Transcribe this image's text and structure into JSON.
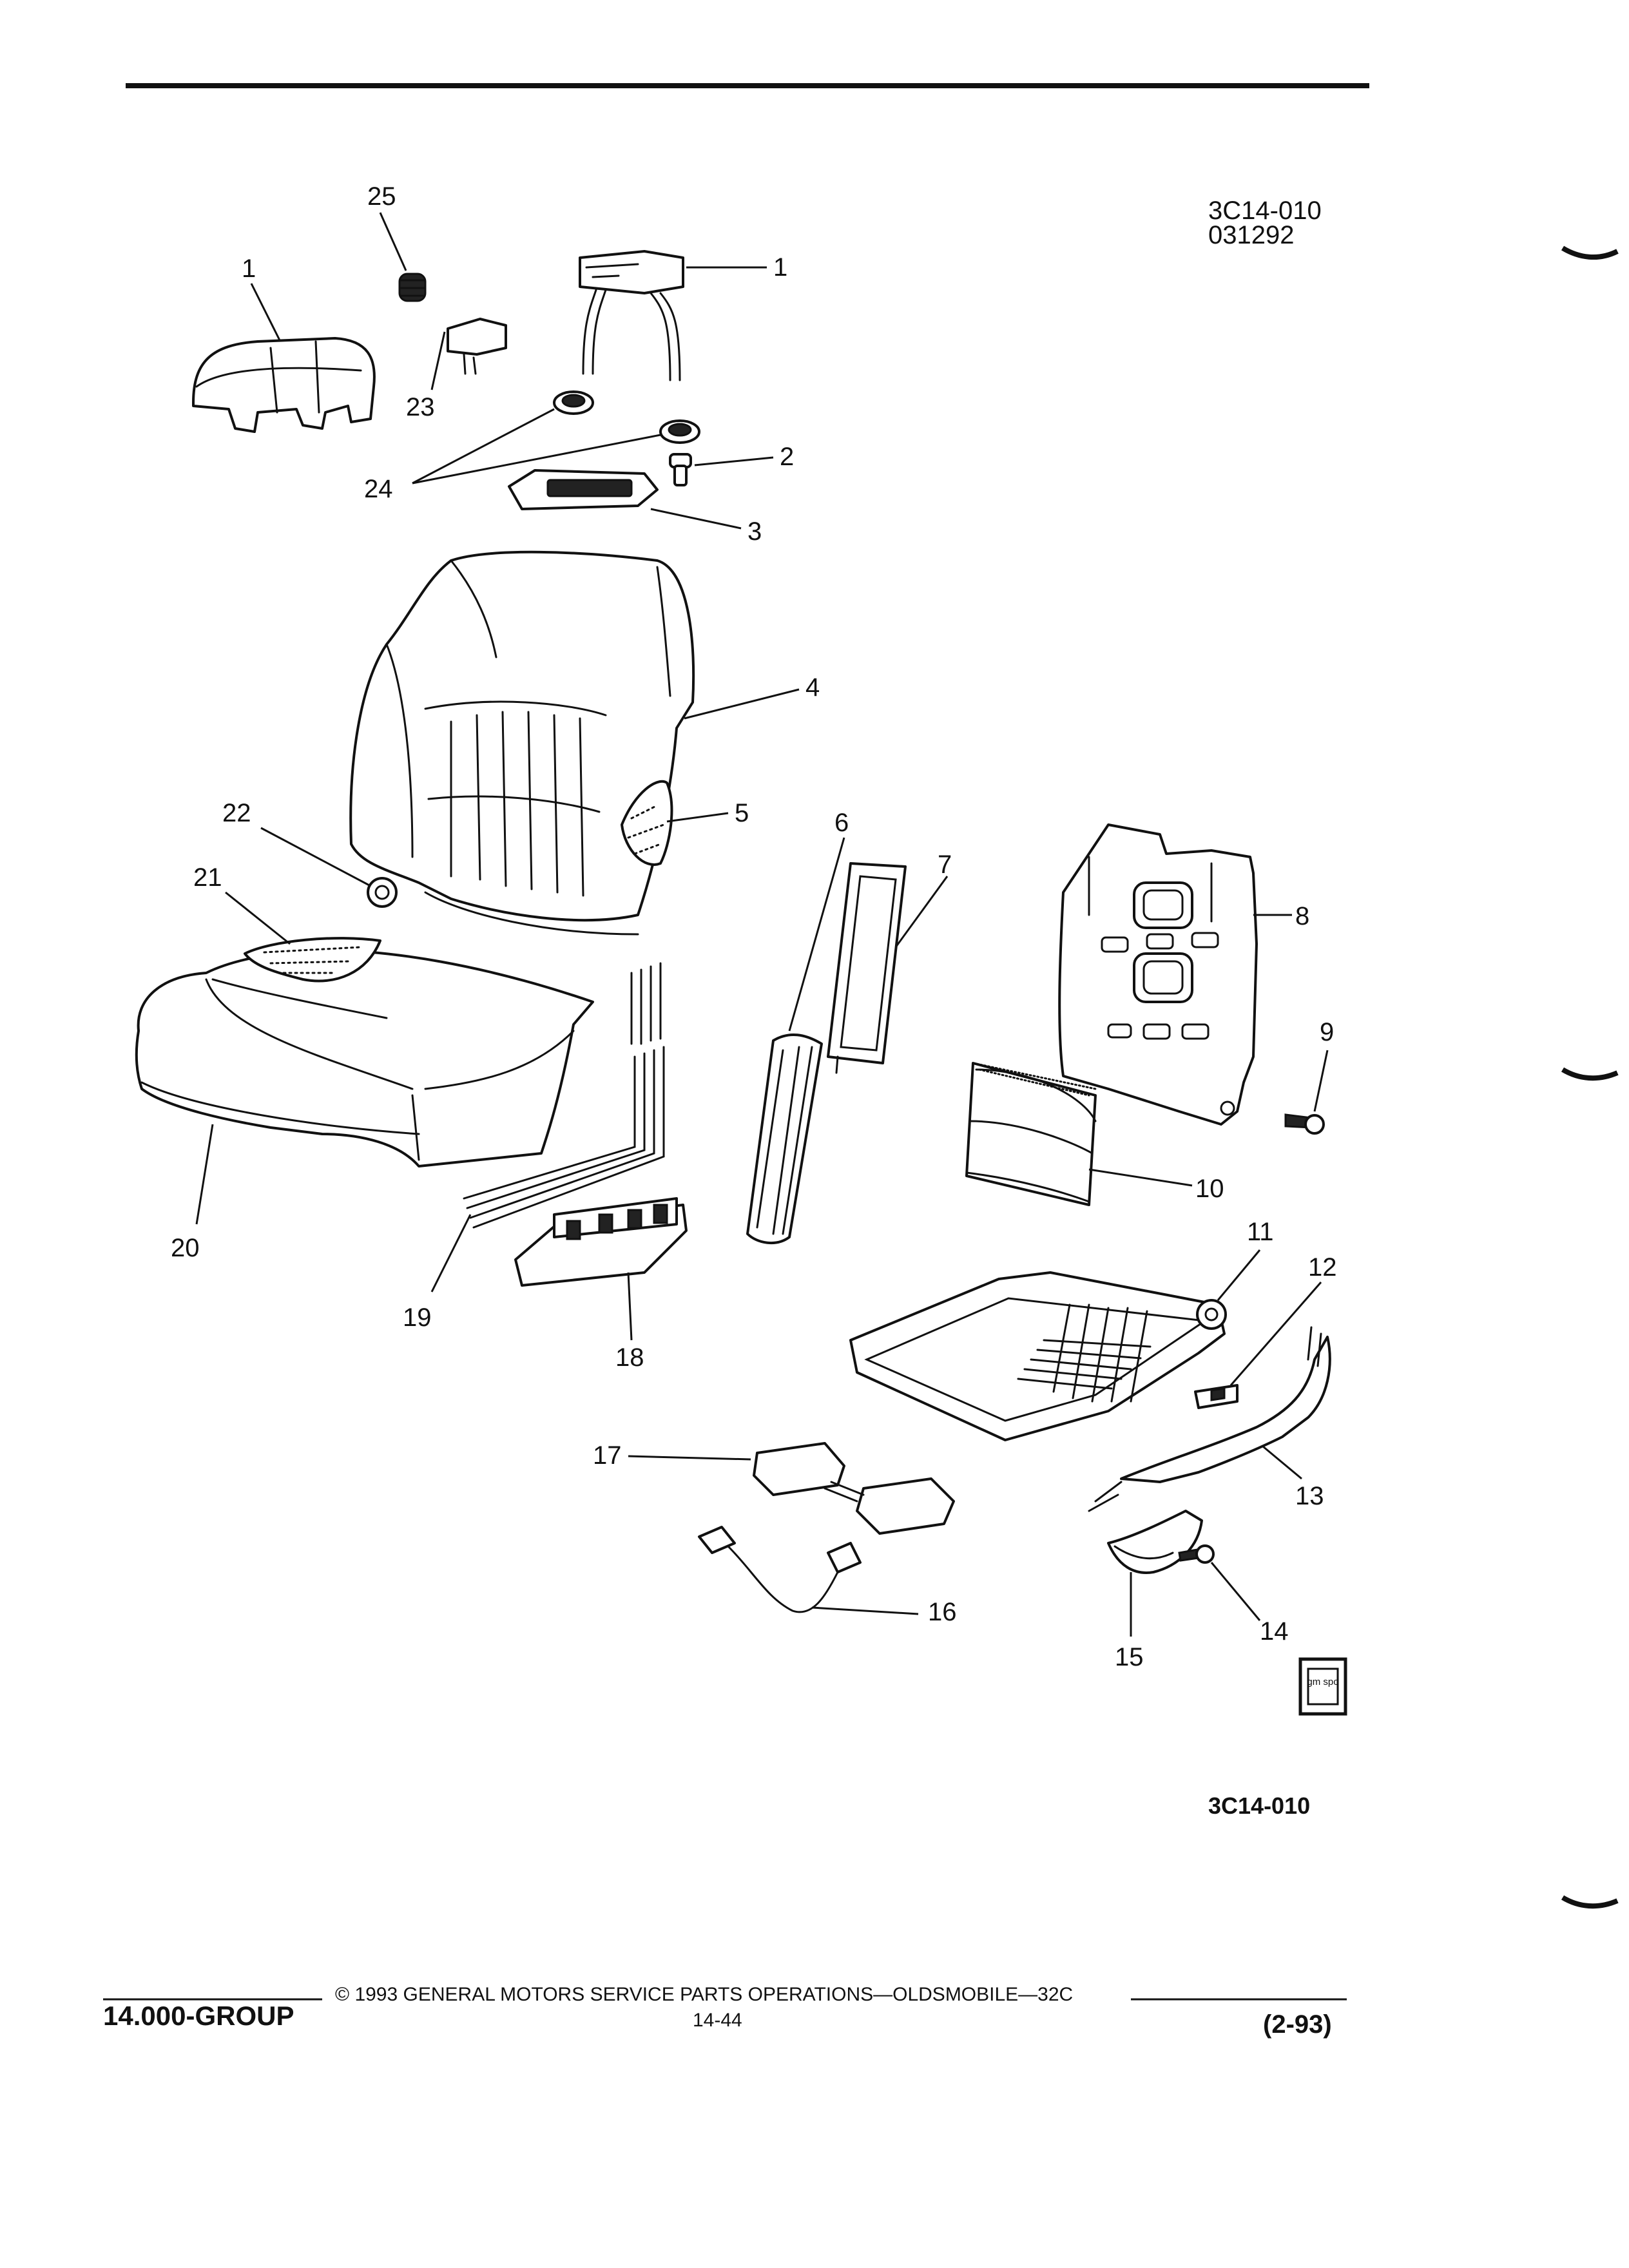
{
  "header": {
    "figure_code": "3C14-010",
    "figure_date": "031292"
  },
  "callouts": {
    "c1a": "1",
    "c1b": "1",
    "c2": "2",
    "c3": "3",
    "c4": "4",
    "c5": "5",
    "c6": "6",
    "c7": "7",
    "c8": "8",
    "c9": "9",
    "c10": "10",
    "c11": "11",
    "c12": "12",
    "c13": "13",
    "c14": "14",
    "c15": "15",
    "c16": "16",
    "c17": "17",
    "c18": "18",
    "c19": "19",
    "c20": "20",
    "c21": "21",
    "c22": "22",
    "c23": "23",
    "c24": "24",
    "c25": "25"
  },
  "figure_id_bottom": "3C14-010",
  "logo": {
    "text": "gm spo"
  },
  "footer": {
    "group": "14.000-GROUP",
    "copyright": "© 1993 GENERAL MOTORS SERVICE PARTS OPERATIONS—OLDSMOBILE—32C",
    "page": "14-44",
    "revision": "(2-93)"
  }
}
